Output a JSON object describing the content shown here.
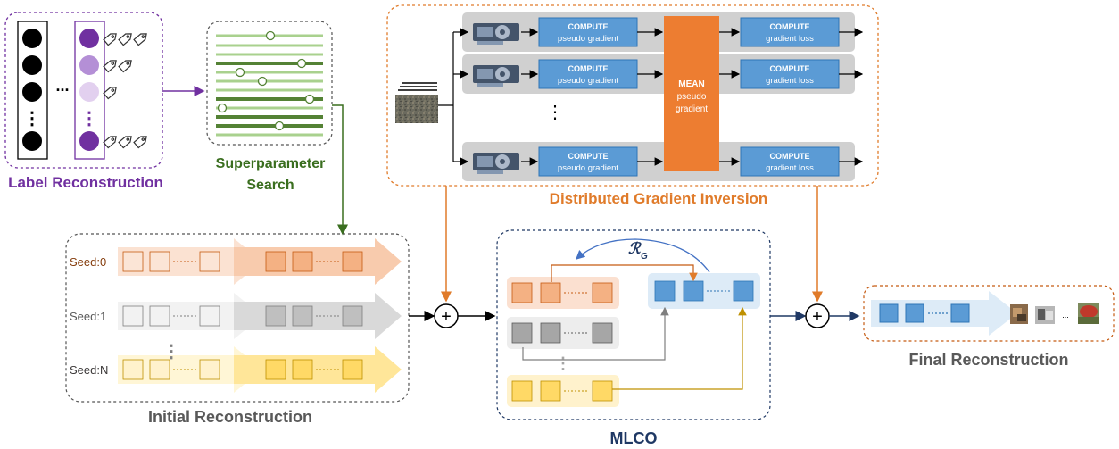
{
  "labels": {
    "label_reconstruction": "Label Reconstruction",
    "superparameter_line1": "Superparameter",
    "superparameter_line2": "Search",
    "distributed_gradient_inversion": "Distributed Gradient Inversion",
    "initial_reconstruction": "Initial Reconstruction",
    "mlco": "MLCO",
    "final_reconstruction": "Final Reconstruction",
    "rg_symbol": "ℛ",
    "rg_subscript": "G",
    "dots": "...",
    "vdots": "⋮",
    "plus": "+"
  },
  "compute": {
    "header": "COMPUTE",
    "pseudo_gradient": "pseudo gradient",
    "gradient_loss": "gradient loss"
  },
  "mean_box": {
    "line1": "MEAN",
    "line2": "pseudo",
    "line3": "gradient"
  },
  "seeds": [
    "Seed:0",
    "Seed:1",
    "Seed:N"
  ],
  "colors": {
    "purple": "#7030a0",
    "green": "#3a6e1f",
    "orange_text": "#e07b2a",
    "navy": "#1f3864",
    "compute_blue": "#5b9bd5",
    "mean_orange": "#ed7d31",
    "seed0": "#f4b183",
    "seed1": "#bfbfbf",
    "seedN": "#ffd966",
    "final_blue": "#9dc3e6"
  }
}
